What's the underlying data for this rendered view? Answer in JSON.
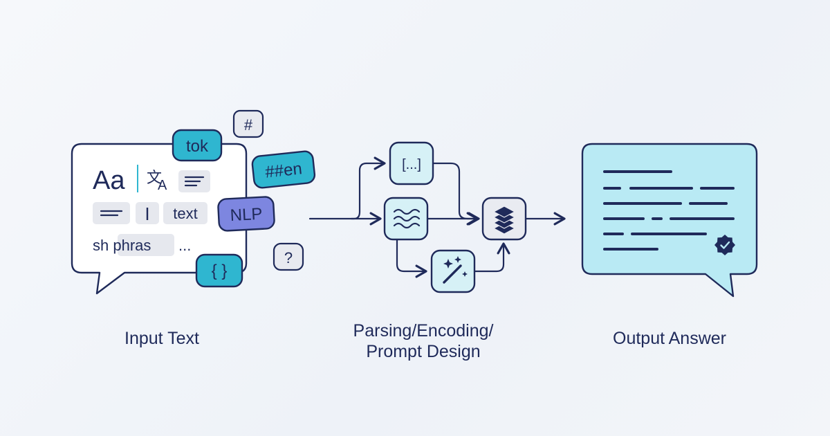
{
  "stages": {
    "input": {
      "label": "Input Text"
    },
    "processing": {
      "label_line1": "Parsing/Encoding/",
      "label_line2": "Prompt Design"
    },
    "output": {
      "label": "Output Answer"
    }
  },
  "input_bubble": {
    "glyph_aa": "Aa",
    "word_text": "text",
    "word_phrase": "sh phras",
    "ellipsis": "...",
    "cursor": "I"
  },
  "floating_tokens": {
    "tok": "tok",
    "hash": "#",
    "subword": "##en",
    "nlp": "NLP",
    "braces": "{ }",
    "question": "?"
  },
  "processing_nodes": {
    "brackets": "[...]"
  },
  "icons": {
    "translate": "translate-icon",
    "align_left": "align-left-icon",
    "waves": "waves-icon",
    "magic_wand": "magic-wand-icon",
    "layers": "layers-icon",
    "verified": "verified-badge-icon"
  },
  "colors": {
    "ink": "#1f2a5a",
    "teal": "#2fb6d0",
    "teal_light": "#b9eaf4",
    "node_fill": "#d6f1f6",
    "purple": "#7d86e0",
    "chip_gray": "#e6e8ee",
    "white": "#ffffff"
  }
}
